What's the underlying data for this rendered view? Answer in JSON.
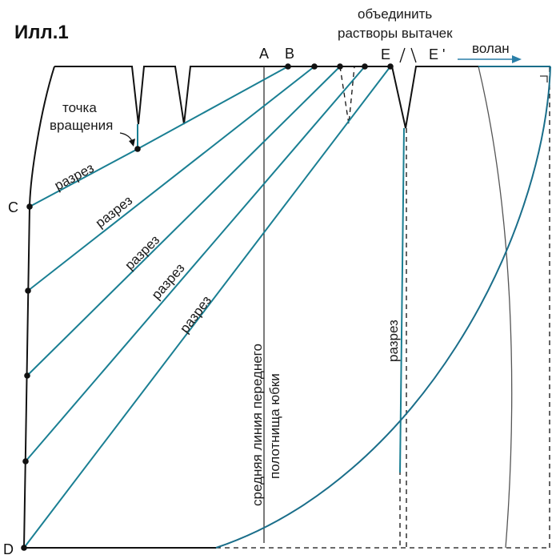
{
  "title": "Илл.1",
  "labels": {
    "pivot_point_line1": "точка",
    "pivot_point_line2": "вращения",
    "merge_line1": "объединить",
    "merge_line2": "растворы вытачек",
    "flounce": "волан",
    "cut": "разрез",
    "centerline_line1": "средняя линия переднего",
    "centerline_line2": "полотнища юбки"
  },
  "points": {
    "A": "A",
    "B": "B",
    "C": "C",
    "D": "D",
    "E": "E",
    "E_prime": "E '"
  },
  "colors": {
    "outline": "#111111",
    "cut_line": "#1a7f93",
    "flounce_line": "#1a6e8a",
    "arrow": "#2a7fa8"
  }
}
